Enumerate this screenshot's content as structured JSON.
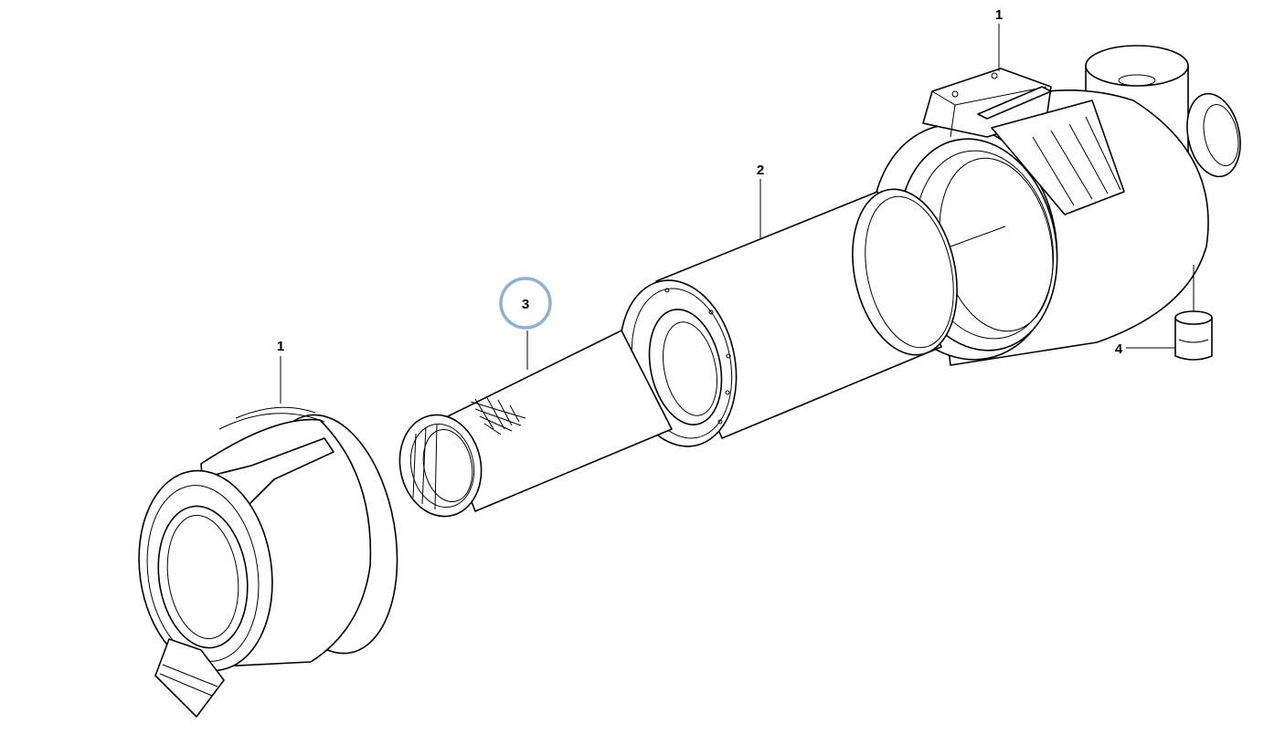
{
  "callouts": {
    "top_housing": "1",
    "main_body": "2",
    "filter_element": "3",
    "bottom_cover": "1",
    "valve": "4"
  },
  "highlight": {
    "target": "3",
    "color": "#8fb0cf"
  },
  "line_color": "#000000",
  "background": "#ffffff"
}
